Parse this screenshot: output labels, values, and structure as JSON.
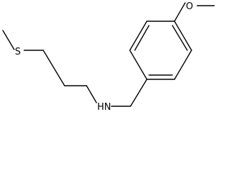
{
  "molecule": {
    "atoms": {
      "sulfur": "S",
      "oxygen": "O",
      "amine": "HN"
    },
    "colors": {
      "bond": "#000000",
      "label": "#000000",
      "background": "#ffffff"
    }
  }
}
